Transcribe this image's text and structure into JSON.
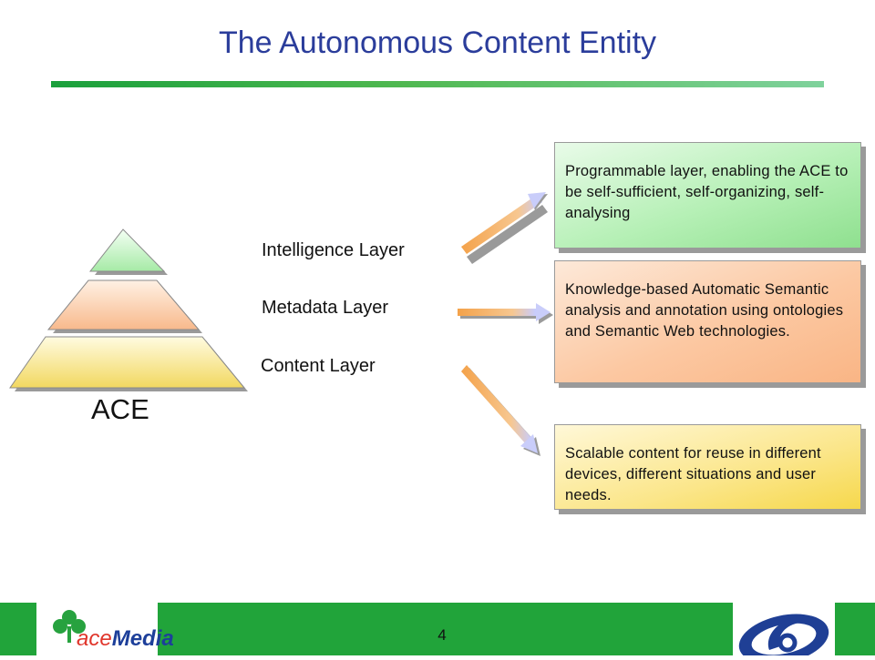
{
  "slide": {
    "title": "The Autonomous Content Entity",
    "page_number": "4"
  },
  "pyramid": {
    "label": "ACE",
    "layers": [
      {
        "name": "Intelligence Layer",
        "fill_top": "#f4fff4",
        "fill_bottom": "#a6eaa6"
      },
      {
        "name": "Metadata Layer",
        "fill_top": "#fff1e4",
        "fill_bottom": "#f8b98c"
      },
      {
        "name": "Content Layer",
        "fill_top": "#fffbe0",
        "fill_bottom": "#f2d860"
      }
    ]
  },
  "descriptions": [
    {
      "text": "Programmable layer, enabling the ACE to be self-sufficient, self-organizing, self-analysing"
    },
    {
      "text": "Knowledge-based Automatic Semantic analysis and annotation using ontologies and Semantic Web technologies."
    },
    {
      "text": "Scalable content for reuse in different devices, different situations and user needs."
    }
  ],
  "footer": {
    "left_logo": {
      "part1": "ace",
      "part2": "Media"
    },
    "colors": {
      "band": "#21a43a",
      "title": "#2b3d9b"
    }
  }
}
